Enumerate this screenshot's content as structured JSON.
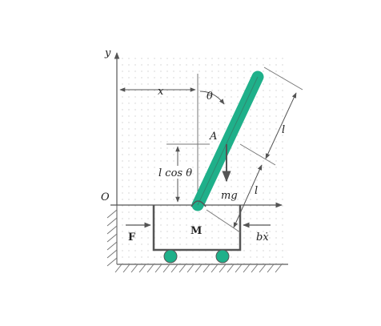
{
  "labels": {
    "y_axis": "y",
    "origin": "O",
    "x": "x",
    "theta": "θ",
    "point_a": "A",
    "l_upper": "l",
    "l_lower": "l",
    "l_cos_theta": "l cos θ",
    "mg": "mg",
    "cart_mass": "M",
    "force": "F",
    "damping": "bẋ"
  },
  "colors": {
    "pendulum": "#1fb08a",
    "wheel": "#1fb08a",
    "line": "#555555",
    "grid": "#c8c8c8"
  }
}
